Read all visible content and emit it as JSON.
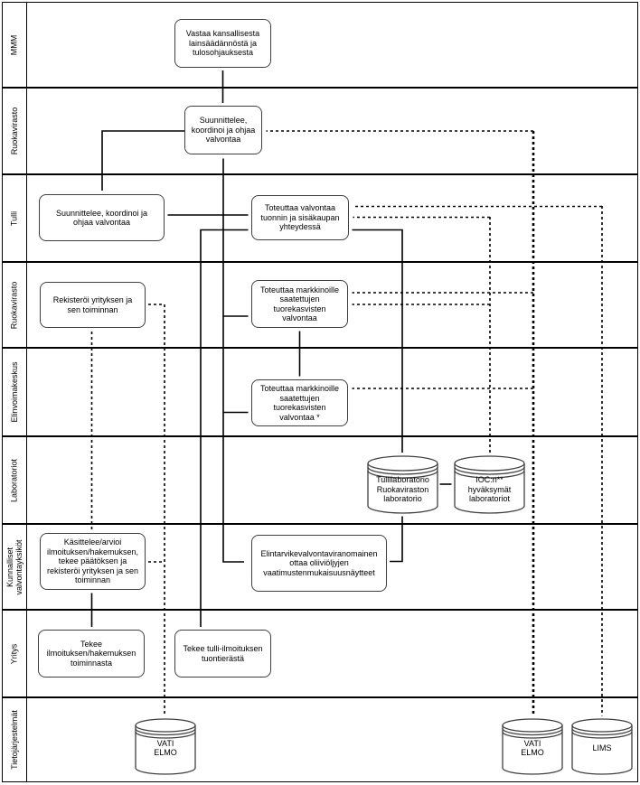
{
  "lanes": [
    "MMM",
    "Ruokavirasto",
    "Tulli",
    "Ruokavirasto",
    "Elinvoimakeskus",
    "Laboratoriot",
    "Kunnalliset valvontayksiköt",
    "Yritys",
    "Tietojärjestelmät"
  ],
  "nodes": {
    "mmm_duty": "Vastaa kansallisesta\nlainsäädännöstä ja\ntulosohjauksesta",
    "ruokavirasto_plan": "Suunnittelee,\nkoordinoi ja ohjaa\nvalvontaa",
    "tulli_plan": "Suunnittelee, koordinoi ja\nohjaa valvontaa",
    "tulli_control": "Toteuttaa valvontaa\ntuonnin ja sisäkaupan\nyhteydessä",
    "ruokavirasto_register": "Rekisteröi yrityksen ja\nsen toiminnan",
    "ruokavirasto_market_control": "Toteuttaa markkinoille\nsaatettujen\ntuorekasvisten\nvalvontaa",
    "ely_market_control": "Toteuttaa markkinoille\nsaatettujen\ntuorekasvisten\nvalvontaa *",
    "municipal_process": "Käsittelee/arvioi\nilmoituksen/hakemuksen,\ntekee päätöksen ja\nrekisteröi yrityksen ja sen\ntoiminnan",
    "municipal_sampling": "Elintarvikevalvontaviranomainen\nottaa oliiviöljyjen\nvaatimustenmukaisuusnäytteet",
    "company_notification": "Tekee\nilmoituksen/hakemuksen\ntoiminnasta",
    "company_customs": "Tekee tulli-ilmoituksen\ntuontierästä"
  },
  "datastores": {
    "tulli_lab": "Tullilaboratorio\nRuokaviraston\nlaboratorio",
    "ioc_labs": "IOC:n**\nhyväksymät\nlaboratoriot",
    "vati_elmo_left": "VATI\nELMO",
    "vati_elmo_right": "VATI\nELMO",
    "lims": "LIMS"
  },
  "colors": {
    "line": "#000000",
    "node_border": "#3f3f3f",
    "background": "#ffffff"
  }
}
